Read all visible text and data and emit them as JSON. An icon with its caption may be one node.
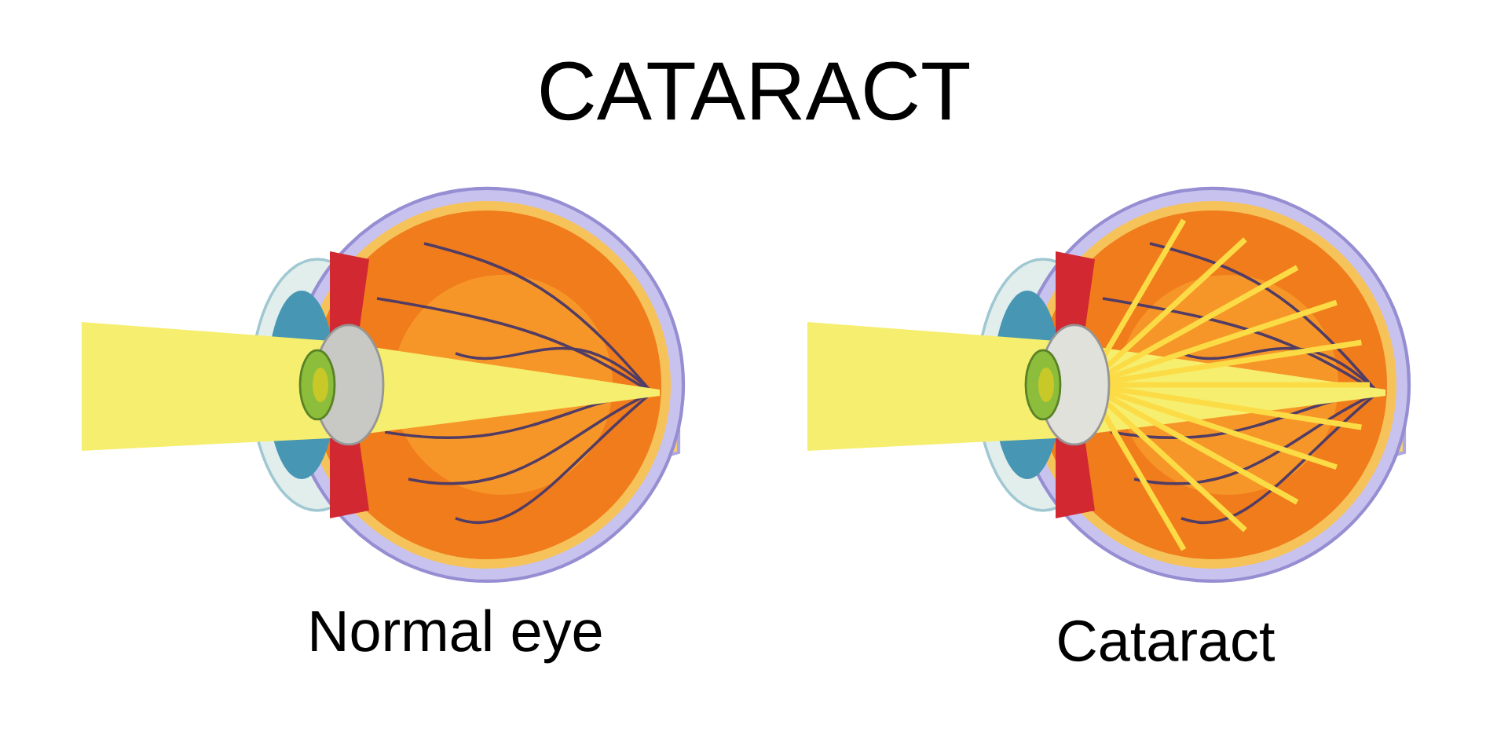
{
  "diagram": {
    "title": "CATARACT",
    "labels": [
      "Normal eye",
      "Cataract"
    ]
  }
}
